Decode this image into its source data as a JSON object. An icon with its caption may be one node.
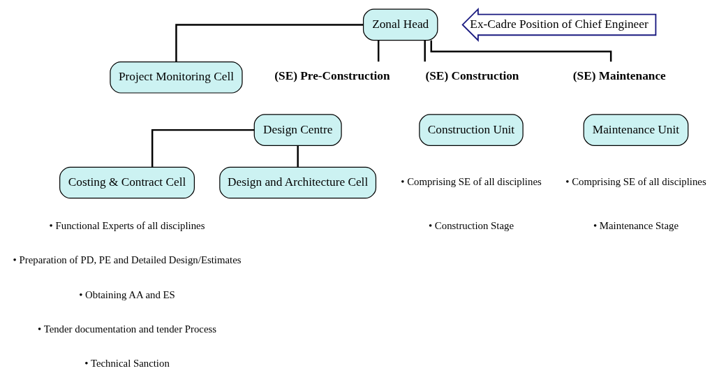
{
  "diagram": {
    "nodes": [
      {
        "text": [
          "Zonal Head"
        ],
        "beside": [
          "Ex-Cadre Position of Chief Engineer"
        ]
      },
      {
        "text": [
          "Project Monitoring Cell"
        ]
      },
      {
        "text": [
          "(SE) Pre-Construction"
        ]
      },
      {
        "text": [
          "Design Centre"
        ]
      },
      {
        "text": [
          "Costing & Contract Cell"
        ]
      },
      {
        "text": [
          "Design and Architecture Cell"
        ]
      },
      {
        "text": [
          "(SE) Construction"
        ]
      },
      {
        "text": [
          "Construction Unit"
        ]
      },
      {
        "text": [
          "(SE) Maintenance"
        ]
      },
      {
        "text": [
          "Maintenance Unit"
        ]
      }
    ],
    "edges": [
      {
        "from": 0,
        "to": 1,
        "arrow": "none"
      },
      {
        "from": 0,
        "to": 2,
        "arrow": "none"
      },
      {
        "from": 0,
        "to": 6,
        "arrow": "none"
      },
      {
        "from": 0,
        "to": 8,
        "arrow": "none"
      },
      {
        "from": 3,
        "to": 4,
        "arrow": "none"
      },
      {
        "from": 3,
        "to": 5,
        "arrow": "none"
      }
    ],
    "labels": [
      "• Functional Experts of all disciplines",
      "• Comprising SE of all disciplines",
      "• Comprising SE of all disciplines",
      "• Preparation of PD, PE and Detailed Design/Estimates",
      "• Construction Stage",
      "• Maintenance Stage",
      "• Obtaining AA and ES",
      "• Tender documentation and tender Process",
      "• Technical Sanction"
    ]
  }
}
